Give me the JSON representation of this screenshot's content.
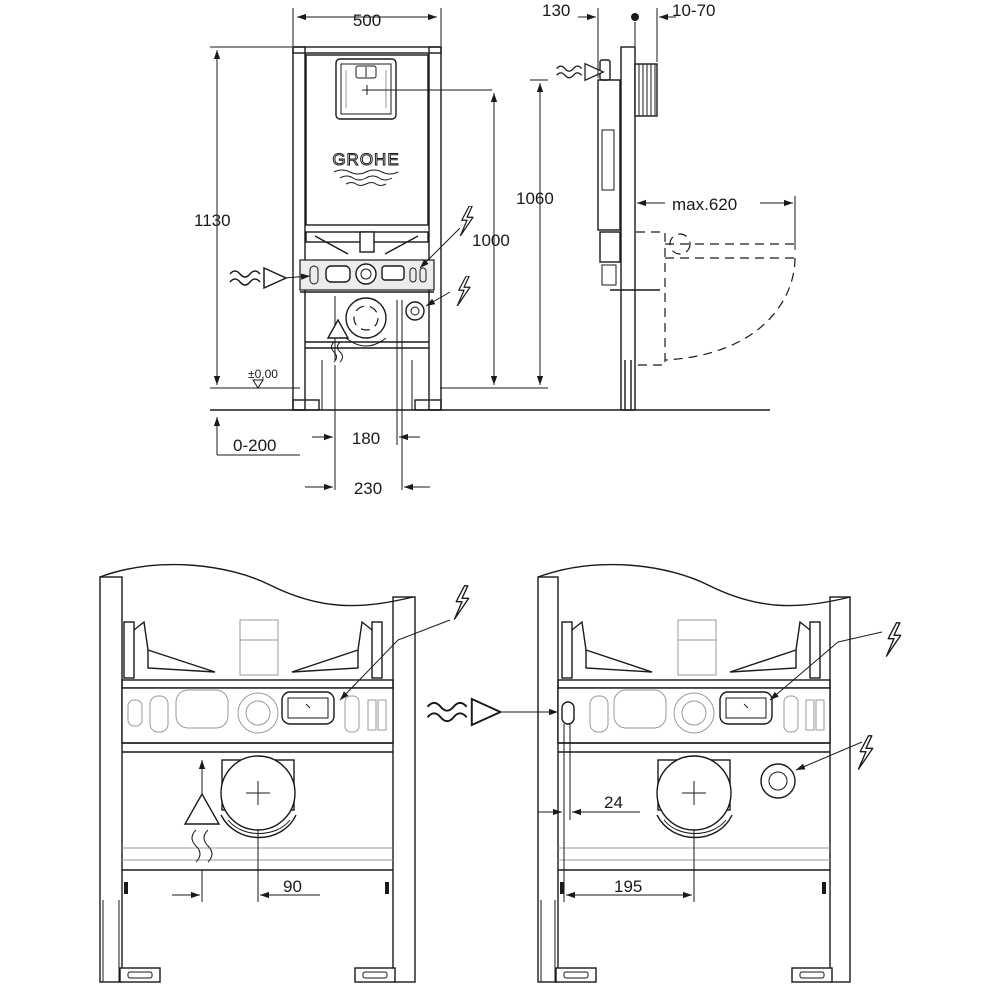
{
  "brand": "GROHE",
  "dimensions": {
    "width_top": "500",
    "depth_top": "130",
    "offset_top": "10-70",
    "height_total": "1130",
    "height_1060": "1060",
    "height_1000": "1000",
    "floor_level": "±0,00",
    "floor_range": "0-200",
    "spacing_180": "180",
    "spacing_230": "230",
    "max_projection": "max.620",
    "detail_90": "90",
    "detail_24": "24",
    "detail_195": "195"
  },
  "icons": {
    "power": "lightning-bolt",
    "water": "water-supply-arrow",
    "floor": "floor-level-triangle"
  }
}
